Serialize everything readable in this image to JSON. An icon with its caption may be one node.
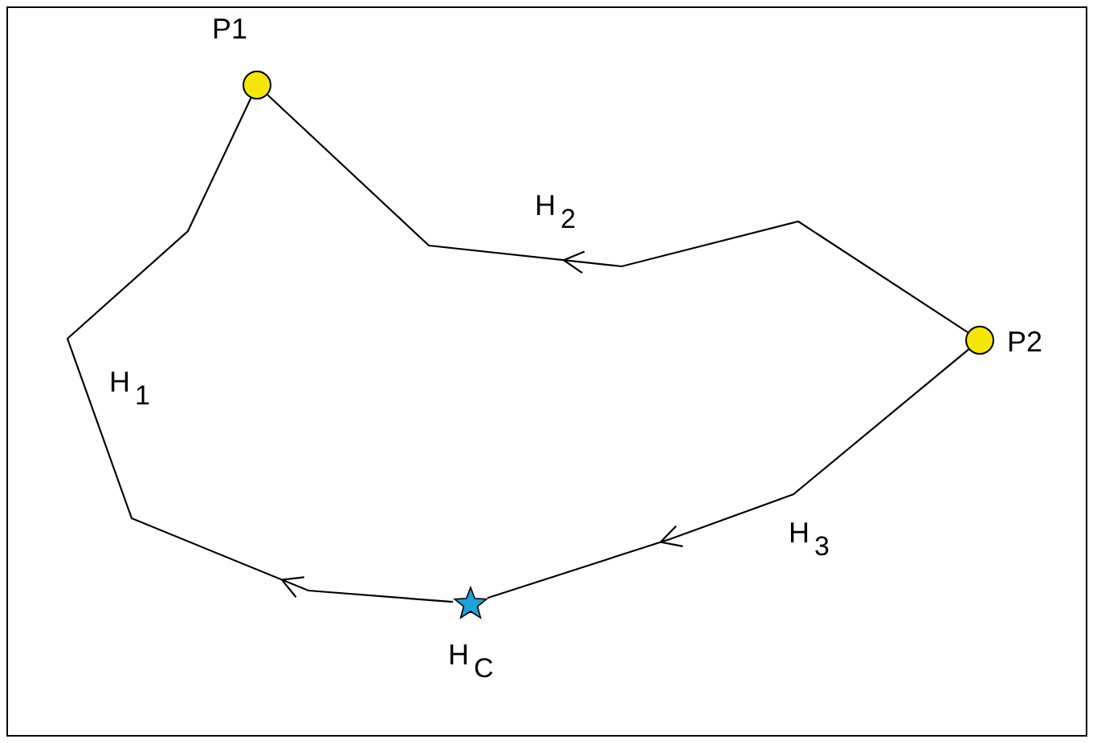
{
  "diagram": {
    "nodes": [
      {
        "text": [],
        "shape": "circle",
        "beside": [
          "P1"
        ]
      },
      {
        "text": [],
        "shape": "circle",
        "beside": [
          "P2"
        ]
      },
      {
        "text": [],
        "shape": "star",
        "beside": [
          "H$_{C}$"
        ]
      }
    ],
    "edges": [
      {
        "from": 2,
        "to": 0,
        "arrow": "to",
        "label": "H$_{1}$"
      },
      {
        "from": 1,
        "to": 0,
        "arrow": "to",
        "label": "H$_{2}$"
      },
      {
        "from": 1,
        "to": 2,
        "arrow": "to",
        "label": "H$_{3}$"
      }
    ]
  }
}
